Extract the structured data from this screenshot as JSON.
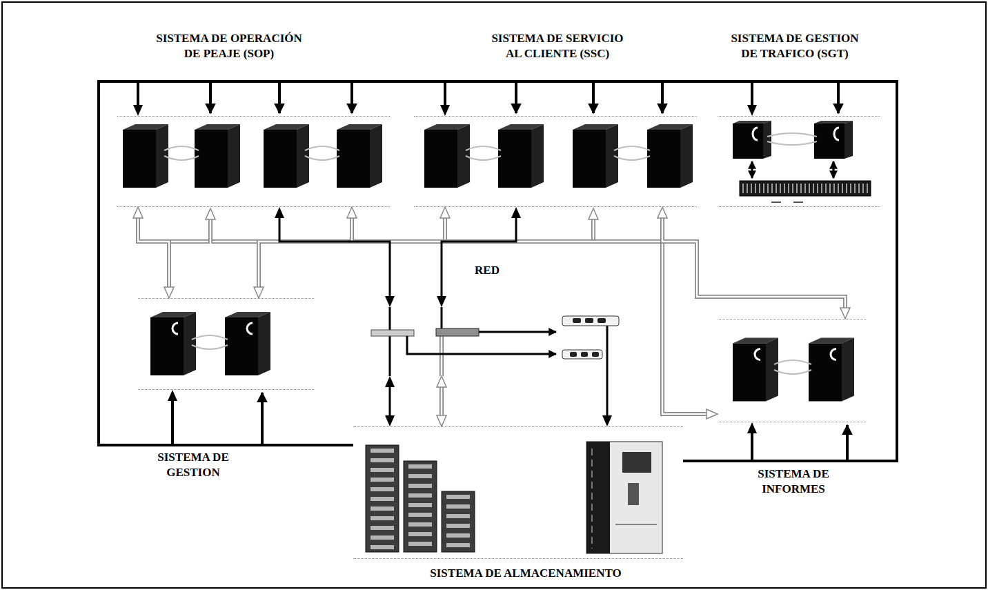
{
  "diagram": {
    "nodes": [
      {
        "text": [
          "SISTEMA DE OPERACIÓN DE PEAJE (SOP)"
        ]
      },
      {
        "text": [
          "SISTEMA DE SERVICIO AL CLIENTE (SSC)"
        ]
      },
      {
        "text": [
          "SISTEMA DE GESTION DE TRAFICO (SGT)"
        ]
      },
      {
        "text": [
          "SISTEMA DE GESTION"
        ]
      },
      {
        "text": [
          "RED"
        ]
      },
      {
        "text": [
          "SISTEMA DE INFORMES"
        ]
      },
      {
        "text": [
          "SISTEMA DE ALMACENAMIENTO"
        ]
      }
    ],
    "edges": [
      {
        "from": 0,
        "to": 3,
        "arrow": "both"
      },
      {
        "from": 1,
        "to": 3,
        "arrow": "both"
      },
      {
        "from": 0,
        "to": 5,
        "arrow": "both"
      },
      {
        "from": 1,
        "to": 5,
        "arrow": "both"
      },
      {
        "from": 4,
        "to": 0,
        "arrow": "both"
      },
      {
        "from": 4,
        "to": 1,
        "arrow": "both"
      },
      {
        "from": 4,
        "to": 6,
        "arrow": "both"
      },
      {
        "from": 4,
        "to": 6,
        "arrow": "both"
      },
      {
        "from": 4,
        "to": 6,
        "arrow": "to"
      },
      {
        "from": 6,
        "to": 0,
        "arrow": "to"
      },
      {
        "from": 6,
        "to": 1,
        "arrow": "to"
      },
      {
        "from": 6,
        "to": 2,
        "arrow": "to"
      },
      {
        "from": 6,
        "to": 3,
        "arrow": "to"
      },
      {
        "from": 6,
        "to": 5,
        "arrow": "to"
      }
    ]
  }
}
